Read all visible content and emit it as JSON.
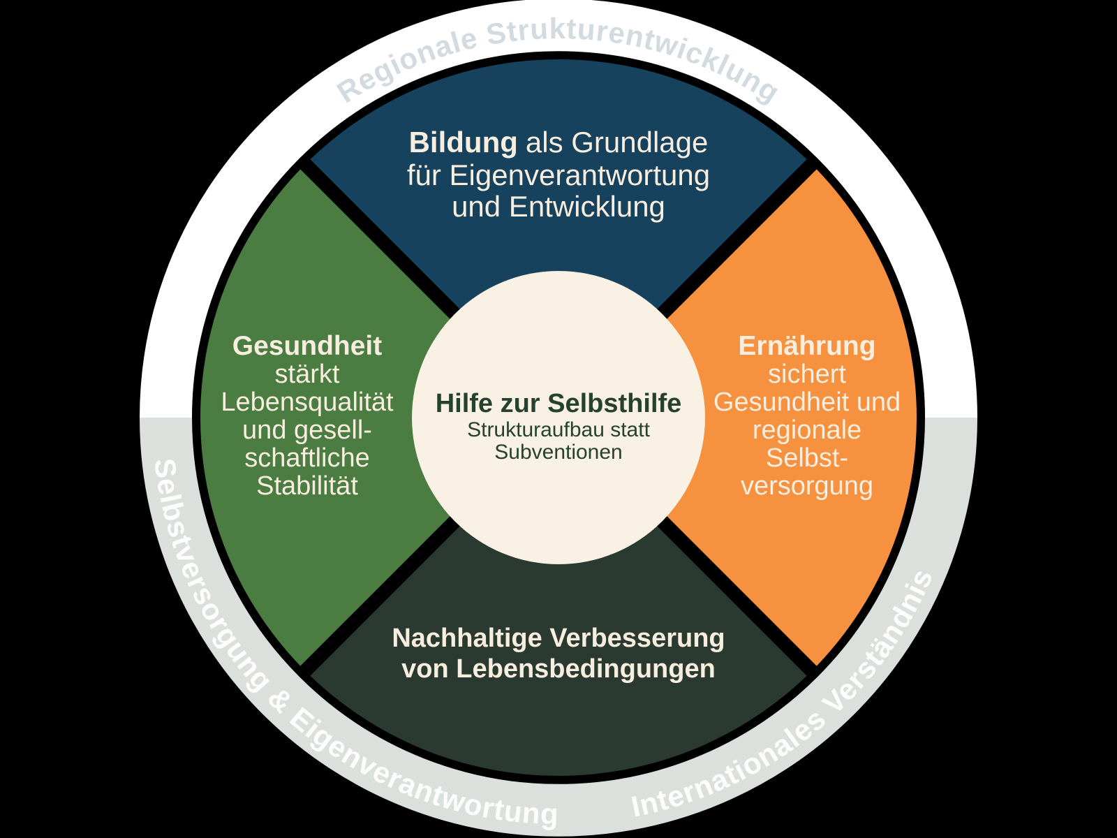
{
  "colors": {
    "background": "#000000",
    "ring_top": "#ffffff",
    "ring_bottom": "#dbe0dd",
    "ring_top_text": "#d2dbdf",
    "ring_bottom_text": "#fcfdfc",
    "quadrant_top": "#17425e",
    "quadrant_left": "#4b7c42",
    "quadrant_right": "#f69140",
    "quadrant_bottom": "#2a3a31",
    "divider": "#000000",
    "center_bg": "#f9f1e3",
    "center_text": "#26422f",
    "quadrant_text": "#f7eedf"
  },
  "ring": {
    "top_label": "Regionale Strukturentwicklung",
    "bottom_left_label": "Selbstversorgung & Eigenverantwortung",
    "bottom_right_label": "Internationales Verständnis"
  },
  "quadrants": {
    "top": {
      "bold": "Bildung",
      "line1_rest": "als Grundlage",
      "line2": "für Eigenverantwortung",
      "line3": "und Entwicklung"
    },
    "left": {
      "bold": "Gesundheit",
      "lines": [
        "stärkt",
        "Lebensqualität",
        "und gesell-",
        "schaftliche",
        "Stabilität"
      ]
    },
    "right": {
      "bold": "Ernährung",
      "lines": [
        "sichert",
        "Gesundheit und",
        "regionale",
        "Selbst-",
        "versorgung"
      ]
    },
    "bottom": {
      "line1": "Nachhaltige Verbesserung",
      "line2": "von Lebensbedingungen"
    }
  },
  "center": {
    "title": "Hilfe zur Selbsthilfe",
    "subtitle_line1": "Strukturaufbau statt",
    "subtitle_line2": "Subventionen"
  }
}
